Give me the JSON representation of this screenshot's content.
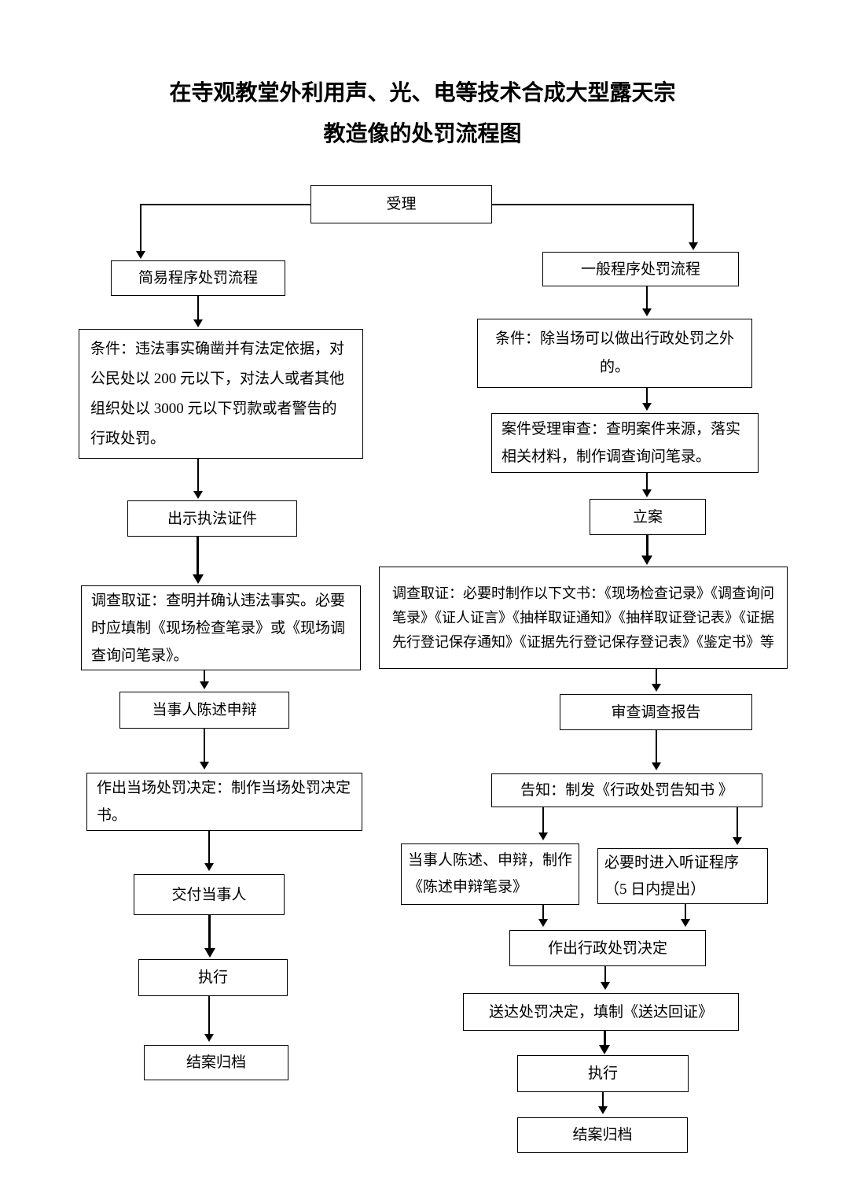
{
  "title": {
    "line1": "在寺观教堂外利用声、光、电等技术合成大型露天宗",
    "line2": "教造像的处罚流程图"
  },
  "flow": {
    "start": "受理",
    "branches": {
      "simple": "简易程序处罚流程",
      "general": "一般程序处罚流程"
    },
    "simple_procedure": [
      "条件：违法事实确凿并有法定依据，对公民处以 200 元以下，对法人或者其他组织处以 3000 元以下罚款或者警告的行政处罚。",
      "出示执法证件",
      "调查取证：查明并确认违法事实。必要时应填制《现场检查笔录》或《现场调查询问笔录》。",
      "当事人陈述申辩",
      "作出当场处罚决定：制作当场处罚决定书。",
      "交付当事人",
      "执行",
      "结案归档"
    ],
    "general_procedure": [
      "条件：除当场可以做出行政处罚之外的。",
      "案件受理审查：查明案件来源，落实相关材料，制作调查询问笔录。",
      "立案",
      "调查取证：必要时制作以下文书：《现场检查记录》《调查询问笔录》《证人证言》《抽样取证通知》《抽样取证登记表》《证据先行登记保存通知》《证据先行登记保存登记表》《鉴定书》等",
      "审查调查报告",
      "告知：制发《行政处罚告知书 》",
      "当事人陈述、申辩，制作《陈述申辩笔录》",
      "必要时进入听证程序（5 日内提出）",
      "作出行政处罚决定",
      "送达处罚决定，填制《送达回证》",
      "执行",
      "结案归档"
    ]
  },
  "colors": {
    "ink": "#000000",
    "paper": "#ffffff"
  }
}
